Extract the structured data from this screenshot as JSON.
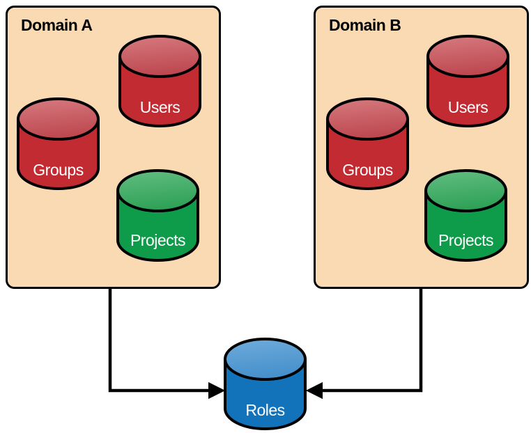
{
  "domains": [
    {
      "title": "Domain A",
      "cylinders": {
        "users": "Users",
        "groups": "Groups",
        "projects": "Projects"
      }
    },
    {
      "title": "Domain B",
      "cylinders": {
        "users": "Users",
        "groups": "Groups",
        "projects": "Projects"
      }
    }
  ],
  "shared_node": {
    "label": "Roles"
  },
  "colors": {
    "domain_fill": "#FADAB3",
    "outline": "#000000",
    "red_body": "#C32B33",
    "red_top_light": "#D67B80",
    "red_top_dark": "#BE4850",
    "green_body": "#0F9C4A",
    "green_top_light": "#63BD82",
    "green_top_dark": "#2FA257",
    "blue_body": "#1273BB",
    "blue_top_light": "#6FACDC",
    "blue_top_dark": "#4690CB",
    "label_text": "#FFFFFF",
    "title_text": "#000000"
  }
}
